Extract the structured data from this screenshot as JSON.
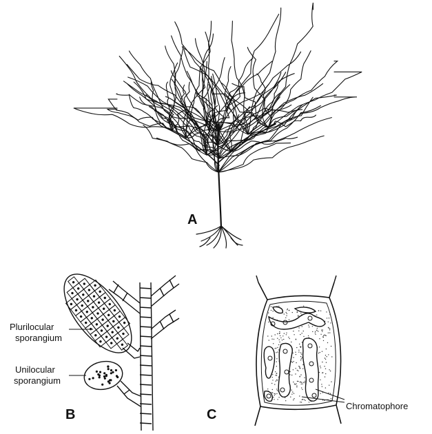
{
  "figure": {
    "panel_a": {
      "letter": "A"
    },
    "panel_b": {
      "letter": "B",
      "label_plurilocular_1": "Plurilocular",
      "label_plurilocular_2": "sporangium",
      "label_unilocular_1": "Unilocular",
      "label_unilocular_2": "sporangium"
    },
    "panel_c": {
      "letter": "C",
      "label_chromatophore": "Chromatophore"
    }
  },
  "colors": {
    "ink": "#111111",
    "background": "#ffffff"
  }
}
